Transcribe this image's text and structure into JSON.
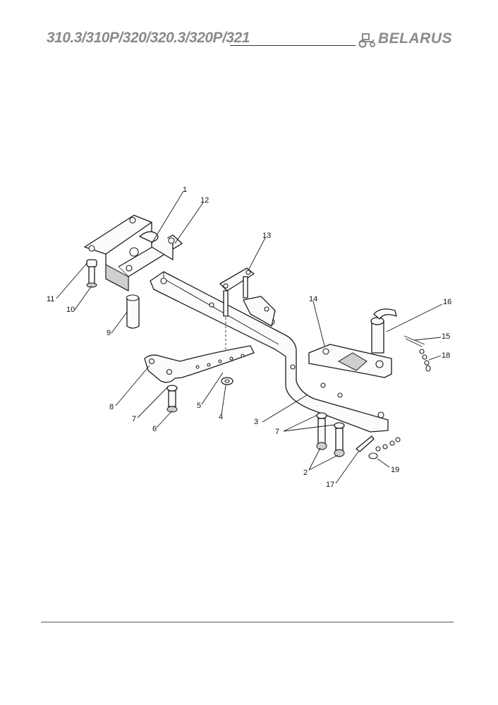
{
  "header": {
    "models": "310.3/310P/320/320.3/320P/321",
    "brand": "BELARUS",
    "logo_icon": "tractor-icon"
  },
  "diagram": {
    "callouts": [
      "1",
      "12",
      "13",
      "11",
      "10",
      "9",
      "14",
      "16",
      "15",
      "18",
      "8",
      "7",
      "5",
      "4",
      "6",
      "3",
      "7",
      "2",
      "17",
      "19"
    ]
  }
}
